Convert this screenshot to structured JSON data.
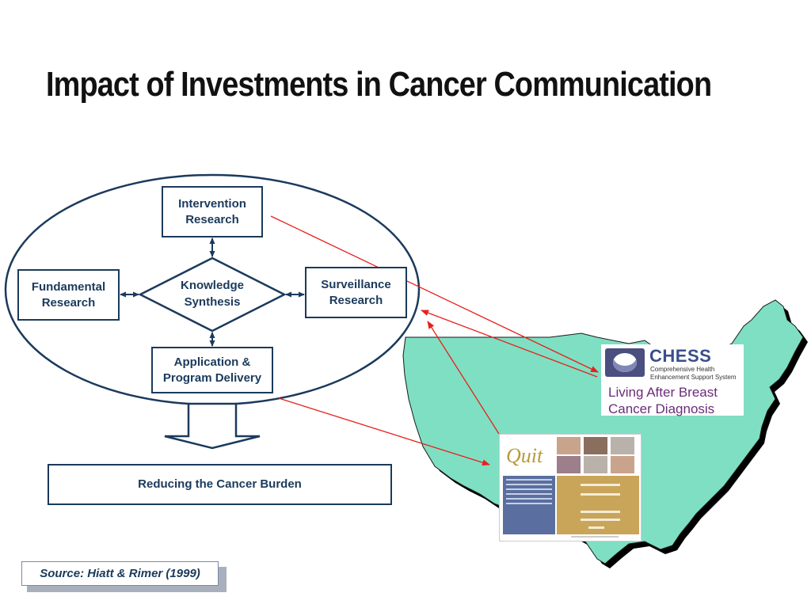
{
  "title": "Impact of Investments in Cancer Communication",
  "diagram": {
    "intervention": "Intervention\nResearch",
    "fundamental": "Fundamental\nResearch",
    "knowledge": "Knowledge\nSynthesis",
    "surveillance": "Surveillance\nResearch",
    "application": "Application &\nProgram Delivery",
    "outcome": "Reducing the Cancer Burden"
  },
  "source": "Source: Hiatt & Rimer (1999)",
  "chess": {
    "brand": "CHESS",
    "subtitle": "Comprehensive Health\nEnhancement Support System",
    "label": "Living After Breast\nCancer Diagnosis"
  },
  "quit": {
    "logo": "Quit"
  },
  "colors": {
    "navy": "#1b3a5c",
    "map_fill": "#7fdfc3",
    "arrow_red": "#e8201c"
  }
}
